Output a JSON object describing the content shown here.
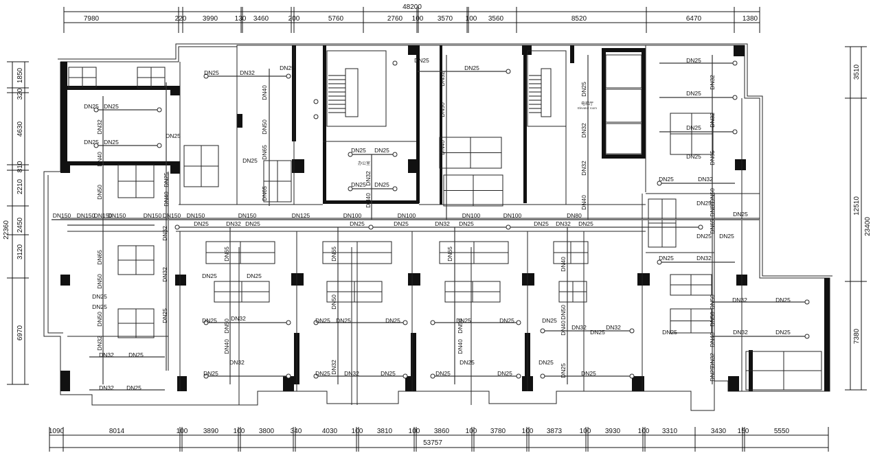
{
  "drawing": {
    "top_dimensions": {
      "total": "48200",
      "segments": [
        "7980",
        "220",
        "3990",
        "130",
        "3460",
        "200",
        "5760",
        "2760",
        "100",
        "3570",
        "100",
        "3560",
        "8520",
        "6470",
        "1380"
      ]
    },
    "bottom_dimensions": {
      "total": "53757",
      "segments": [
        "1090",
        "8014",
        "100",
        "3890",
        "100",
        "3800",
        "340",
        "4030",
        "100",
        "3810",
        "100",
        "3860",
        "100",
        "3780",
        "100",
        "3873",
        "100",
        "3930",
        "100",
        "3310",
        "3430",
        "150",
        "5550"
      ]
    },
    "left_dimensions": {
      "total": "22360",
      "segments": [
        "1850",
        "320",
        "4630",
        "810",
        "2210",
        "2450",
        "3120",
        "6970"
      ]
    },
    "right_dimensions": {
      "total": "23400",
      "segments": [
        "3510",
        "12510",
        "7380"
      ]
    },
    "room_labels": {
      "office": "办公室",
      "elevator_hall": "电梯厅",
      "elevator_hall_en": "Elevator room"
    },
    "pipe_labels_horizontal": [
      "DN25",
      "DN32",
      "DN25",
      "DN25",
      "DN25",
      "DN25",
      "DN25",
      "DN25",
      "DN25",
      "DN25",
      "DN25",
      "DN25",
      "DN25",
      "DN25",
      "DN25",
      "DN25",
      "DN25",
      "DN25",
      "DN25",
      "DN25",
      "DN32",
      "DN25",
      "DN25",
      "DN25",
      "DN25",
      "DN25",
      "DN32",
      "DN150",
      "DN150",
      "DN150",
      "DN150",
      "DN150",
      "DN150",
      "DN150",
      "DN150",
      "DN125",
      "DN100",
      "DN100",
      "DN100",
      "DN100",
      "DN80",
      "DN25",
      "DN25",
      "DN25",
      "DN25",
      "DN25",
      "DN25",
      "DN25",
      "DN32",
      "DN32",
      "DN32",
      "DN25",
      "DN25",
      "DN25",
      "DN25",
      "DN25",
      "DN32",
      "DN25",
      "DN25",
      "DN25",
      "DN25",
      "DN25",
      "DN25",
      "DN25",
      "DN32",
      "DN32",
      "DN25",
      "DN25",
      "DN25",
      "DN32",
      "DN32",
      "DN32",
      "DN25",
      "DN25",
      "DN32",
      "DN25",
      "DN32",
      "DN25",
      "DN25",
      "DN25",
      "DN25",
      "DN25",
      "DN25",
      "DN32",
      "DN25"
    ],
    "pipe_labels_vertical": [
      "DN32",
      "DN40",
      "DN50",
      "DN65",
      "DN50",
      "DN50",
      "DN32",
      "DN40",
      "DN50",
      "DN65",
      "DN32",
      "DN40",
      "DN32",
      "DN50",
      "DN40",
      "DN25",
      "DN32",
      "DN32",
      "DN40",
      "DN32",
      "DN32",
      "DN65",
      "DN50",
      "DN50",
      "DN50",
      "DN40",
      "DN32",
      "DN65",
      "DN65",
      "DN65",
      "DN40",
      "DN50",
      "DN40",
      "DN50",
      "DN32",
      "DN50",
      "DN40",
      "DN50",
      "DN40",
      "DN32",
      "DN32",
      "DN25",
      "DN40",
      "DN25",
      "DN65",
      "DN25",
      "DN25",
      "DN65",
      "DN80"
    ]
  }
}
